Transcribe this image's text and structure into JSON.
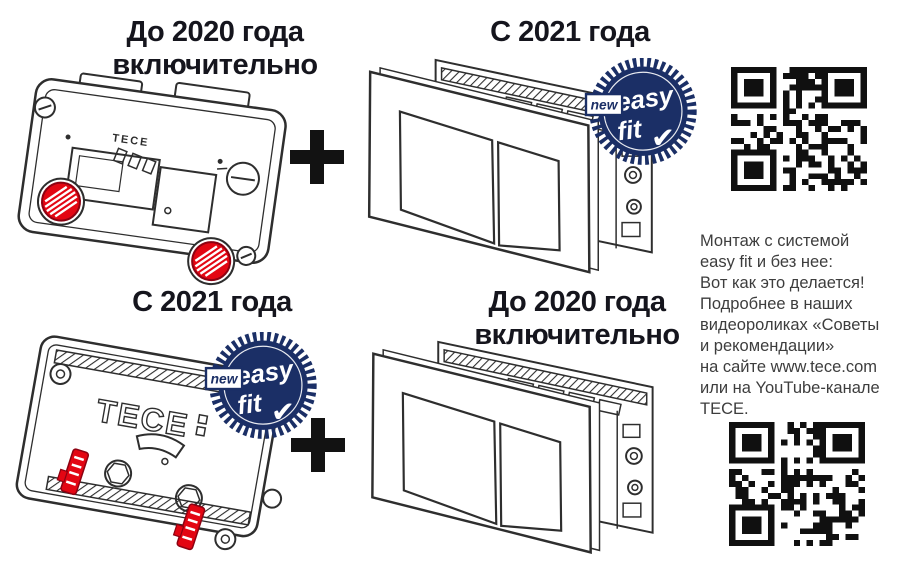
{
  "page": {
    "type": "product-infographic",
    "brand": "TECE"
  },
  "colors": {
    "accent_red": "#e30613",
    "badge_navy": "#1b2f66",
    "line_ink": "#2e2e2e",
    "title_ink": "#15151d",
    "body_text": "#3d3d3d"
  },
  "titles": {
    "top_left": {
      "line1": "До 2020 года",
      "line2": "включительно"
    },
    "top_right": {
      "line1": "С 2021 года"
    },
    "bottom_left": {
      "line1": "С 2021 года"
    },
    "bottom_right": {
      "line1": "До 2020 года",
      "line2": "включительно"
    }
  },
  "badge": {
    "new_label": "new",
    "word1": "easy",
    "word2": "fit",
    "check": "✔"
  },
  "brand": {
    "logo": "TECE"
  },
  "icons": {
    "plus": "+",
    "qr_top": "qr-code",
    "qr_bottom": "qr-code"
  },
  "info": {
    "lines": [
      "Монтаж с системой",
      "easy fit и без нее:",
      "Вот как это делается!",
      "Подробнее в наших",
      "видеороликах «Советы",
      "и рекомендации»",
      "на сайте www.tece.com",
      "или на YouTube-канале",
      "TECE."
    ]
  }
}
